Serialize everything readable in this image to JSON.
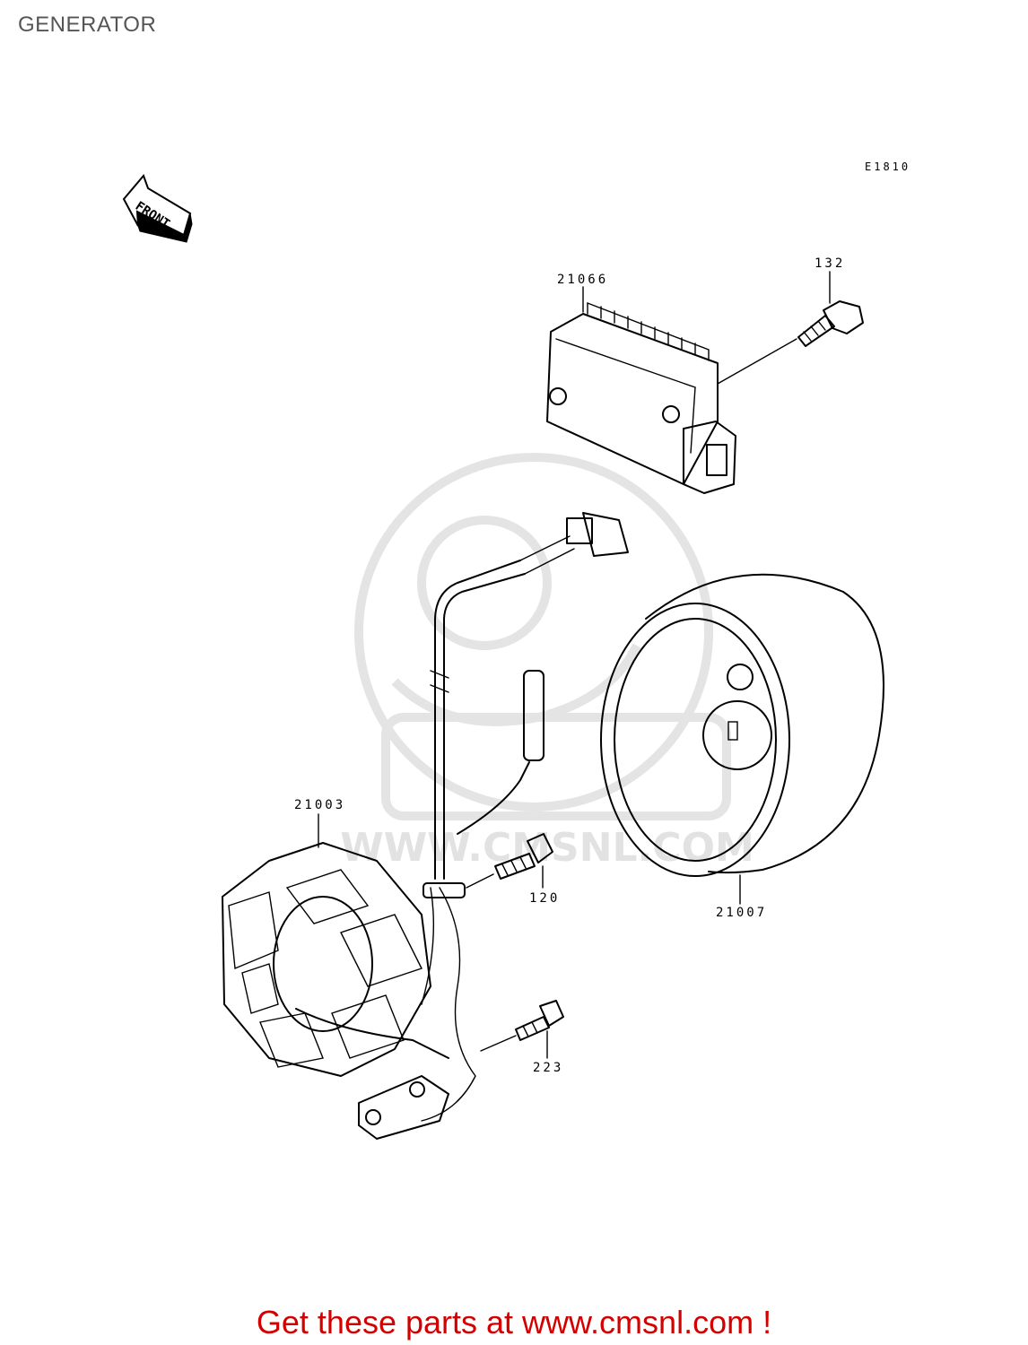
{
  "page": {
    "title": "GENERATOR"
  },
  "diagram": {
    "code": "E1810",
    "direction_marker": "FRONT",
    "watermark_text": "WWW.CMSNL.COM",
    "parts": [
      {
        "id": "21066",
        "label": "21066"
      },
      {
        "id": "132",
        "label": "132"
      },
      {
        "id": "21003",
        "label": "21003"
      },
      {
        "id": "120",
        "label": "120"
      },
      {
        "id": "21007",
        "label": "21007"
      },
      {
        "id": "223",
        "label": "223"
      }
    ]
  },
  "footer": {
    "text": "Get these parts at www.cmsnl.com !"
  },
  "colors": {
    "footer_text": "#d40000",
    "title_text": "#555555",
    "line_art": "#000000",
    "watermark": "#e4e4e4"
  }
}
